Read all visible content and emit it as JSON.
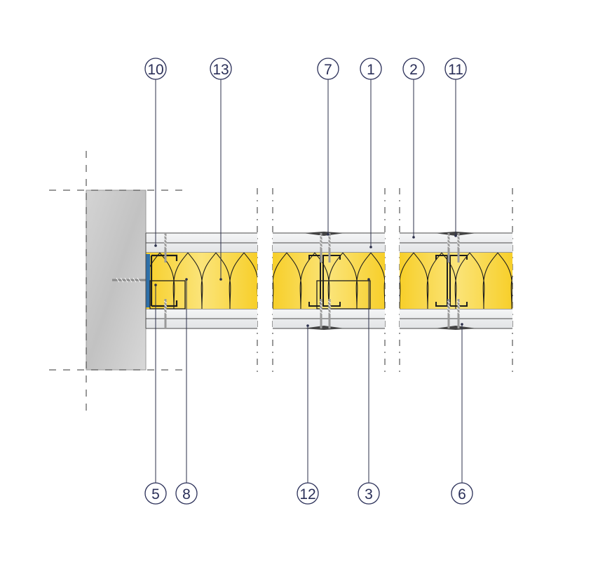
{
  "callouts_top": [
    "10",
    "13",
    "7",
    "1",
    "2",
    "11"
  ],
  "callouts_bottom": [
    "5",
    "8",
    "12",
    "3",
    "6"
  ],
  "colors": {
    "insulation": "#f8d43a",
    "insulation_light": "#fbe886",
    "masonry": "#c9c9c9",
    "board": "#eceef0",
    "gasket": "#2e6fa8",
    "line": "#2b2f4a",
    "callout": "#2a2f58"
  }
}
